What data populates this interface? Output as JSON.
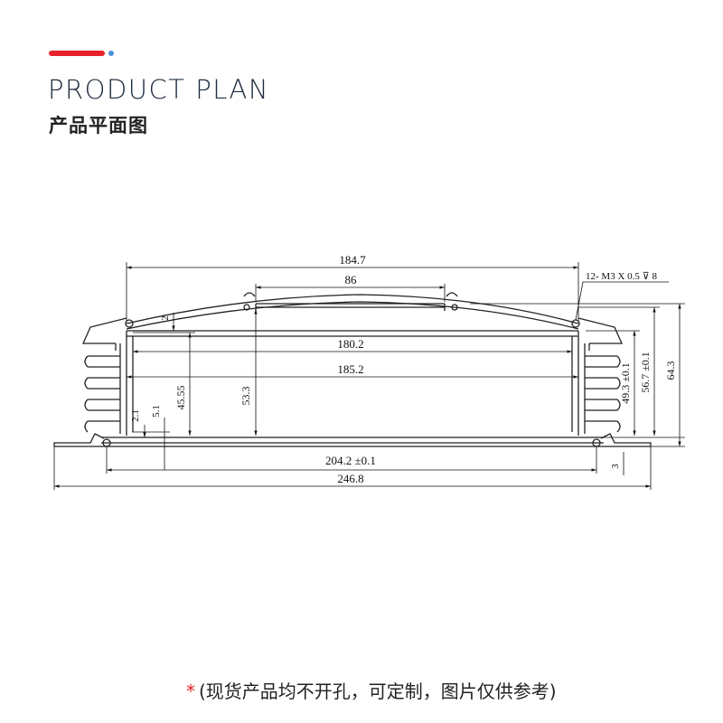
{
  "header": {
    "title_en": "PRODUCT PLAN",
    "title_cn": "产品平面图",
    "accent_color": "#e8222a",
    "dot_color": "#4a90d9"
  },
  "dimensions": {
    "top_width": "184.7",
    "cover_slot": "86",
    "screw_note": "12- M3 X 0.5 ⊽ 8",
    "inner_upper_width": "180.2",
    "inner_lower_width": "185.2",
    "inner_height": "53.3",
    "left_height": "45.55",
    "rib_2_top": "2",
    "rib_2_1": "2.1",
    "rib_5_1": "5.1",
    "base_width": "204.2 ±0.1",
    "overall_width": "246.8",
    "right_h1": "49.3 ±0.1",
    "right_h2": "56.7 ±0.1",
    "overall_height": "64.3",
    "foot_height": "3"
  },
  "footer": {
    "star": "*",
    "note": "(现货产品均不开孔，可定制，图片仅供参考)"
  }
}
